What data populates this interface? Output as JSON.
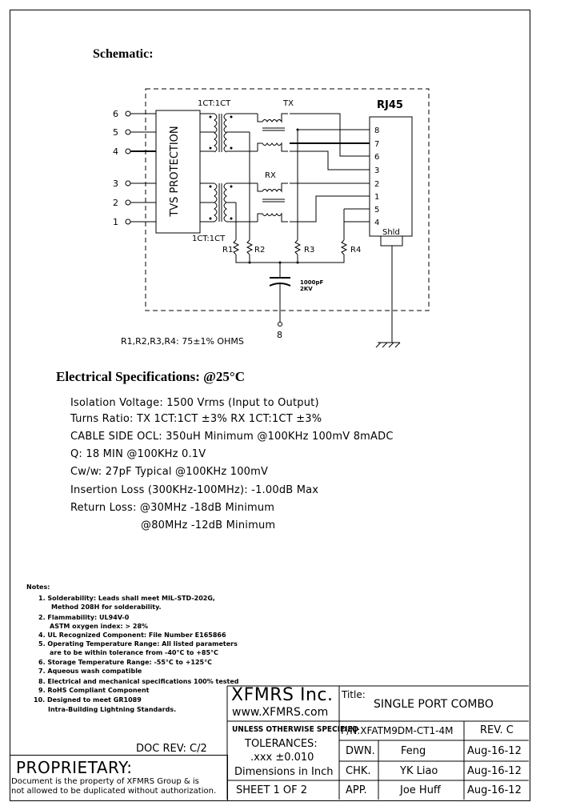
{
  "schematic": {
    "title": "Schematic:",
    "tvs_label": "TVS PROTECTION",
    "top_ratio": "1CT:1CT",
    "bottom_ratio": "1CT:1CT",
    "tx_label": "TX",
    "rx_label": "RX",
    "connector_label": "RJ45",
    "shield_label": "Shld",
    "left_pins": [
      "6",
      "5",
      "4",
      "3",
      "2",
      "1"
    ],
    "rj45_pins": [
      "8",
      "7",
      "6",
      "3",
      "2",
      "1",
      "5",
      "4"
    ],
    "resistors": [
      "R1",
      "R2",
      "R3",
      "R4"
    ],
    "cap_value": "1000pF",
    "cap_voltage": "2KV",
    "ground_pin": "8",
    "resistor_note": "R1,R2,R3,R4: 75±1% OHMS"
  },
  "electrical": {
    "heading": "Electrical Specifications: @25°C",
    "lines": [
      "Isolation Voltage:  1500 Vrms (Input to Output)",
      "Turns Ratio: TX  1CT:1CT  ±3%  RX  1CT:1CT  ±3%",
      "CABLE SIDE OCL: 350uH Minimum @100KHz 100mV 8mADC",
      "Q:  18 MIN @100KHz 0.1V",
      "Cw/w: 27pF Typical @100KHz 100mV",
      "Insertion Loss (300KHz-100MHz): -1.00dB Max",
      "Return Loss: @30MHz   -18dB Minimum",
      "@80MHz   -12dB Minimum"
    ]
  },
  "notes": {
    "title": "Notes:",
    "items": [
      "1. Solderability: Leads shall meet MIL-STD-202G,",
      "Method 208H for solderability.",
      "2. Flammability: UL94V-0",
      "ASTM oxygen index: > 28%",
      "4. UL Recognized Component: File Number E165866",
      "5. Operating Temperature Range: All listed parameters",
      "are to be within tolerance from -40°C to +85°C",
      "6. Storage Temperature Range: -55°C to +125°C",
      "7. Aqueous wash compatible",
      "8. Electrical and mechanical specifications 100% tested",
      "9. RoHS Compliant Component",
      "10. Designed to meet GR1089",
      "Intra-Building Lightning Standards."
    ]
  },
  "doc_rev": "DOC REV: C/2",
  "proprietary": {
    "heading": "PROPRIETARY:",
    "line1": "Document is the property of XFMRS Group & is",
    "line2": "not allowed to be duplicated without authorization."
  },
  "title_block": {
    "company": "XFMRS Inc.",
    "website": "www.XFMRS.com",
    "title_label": "Title:",
    "title": "SINGLE  PORT  COMBO",
    "unless": "UNLESS OTHERWISE SPECIFIED",
    "tolerances": "TOLERANCES:",
    "tol_value": ".xxx  ±0.010",
    "dimensions": "Dimensions in Inch",
    "sheet": "SHEET  1  OF  2",
    "part_number": "P/N:XFATM9DM-CT1-4M",
    "rev": "REV.  C",
    "rows": [
      {
        "role": "DWN.",
        "name": "Feng",
        "date": "Aug-16-12"
      },
      {
        "role": "CHK.",
        "name": "YK  Liao",
        "date": "Aug-16-12"
      },
      {
        "role": "APP.",
        "name": "Joe  Huff",
        "date": "Aug-16-12"
      }
    ]
  }
}
